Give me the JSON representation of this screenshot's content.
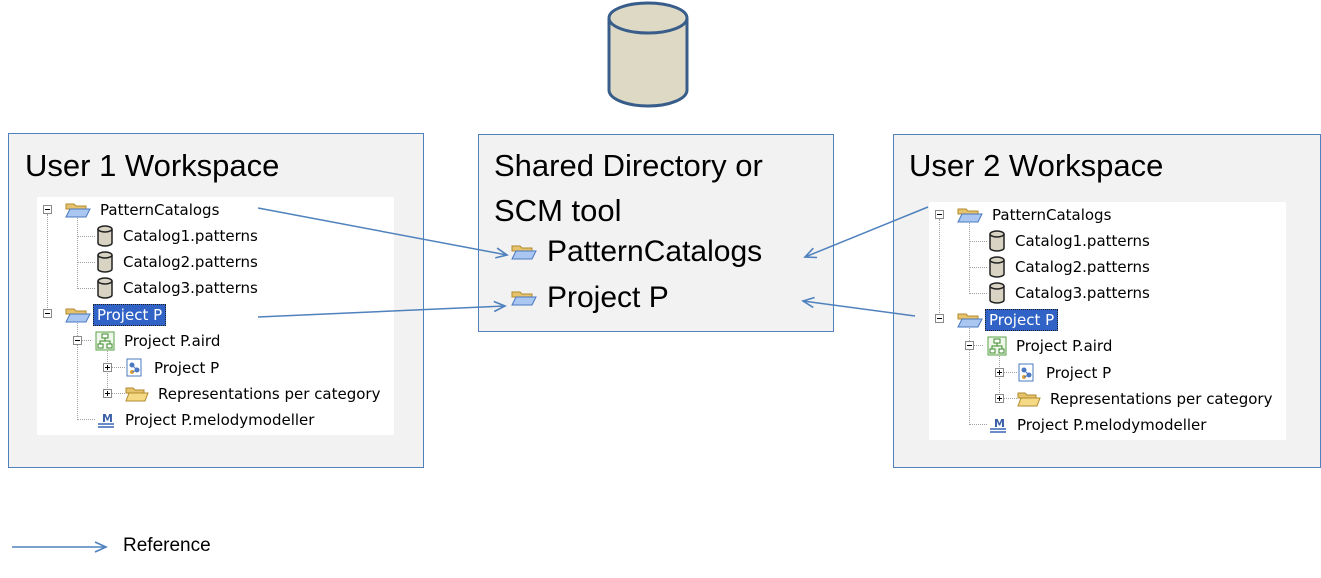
{
  "database": {
    "icon": "database-cylinder-icon"
  },
  "user1": {
    "title": "User 1 Workspace",
    "tree": {
      "pattern_catalogs": "PatternCatalogs",
      "catalogs": [
        "Catalog1.patterns",
        "Catalog2.patterns",
        "Catalog3.patterns"
      ],
      "project": "Project P",
      "aird": "Project P.aird",
      "project_child": "Project P",
      "representations": "Representations per category",
      "melody": "Project P.melodymodeller"
    }
  },
  "shared": {
    "title_line1": "Shared Directory or",
    "title_line2": "SCM tool",
    "items": [
      "PatternCatalogs",
      "Project P"
    ]
  },
  "user2": {
    "title": "User 2 Workspace",
    "tree": {
      "pattern_catalogs": "PatternCatalogs",
      "catalogs": [
        "Catalog1.patterns",
        "Catalog2.patterns",
        "Catalog3.patterns"
      ],
      "project": "Project P",
      "aird": "Project P.aird",
      "project_child": "Project P",
      "representations": "Representations per category",
      "melody": "Project P.melodymodeller"
    }
  },
  "legend": {
    "label": "Reference"
  },
  "colors": {
    "box_border": "#4f81bd",
    "box_fill": "#f2f2f2",
    "arrow": "#4f81bd",
    "selection": "#3163c6",
    "cylinder_fill": "#ddd9c4",
    "cylinder_stroke": "#385d8a"
  }
}
